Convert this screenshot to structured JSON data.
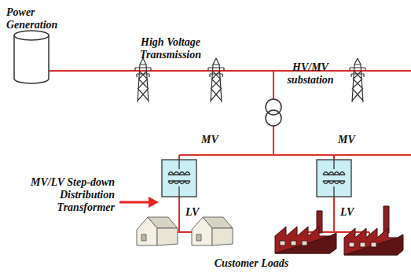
{
  "diagram": {
    "labels": [
      "Power Generation",
      "High Voltage Transmission",
      "HV/MV substation",
      "MV",
      "MV",
      "MV/LV Step-down Distribution Transformer",
      "LV",
      "LV",
      "Customer Loads"
    ]
  }
}
